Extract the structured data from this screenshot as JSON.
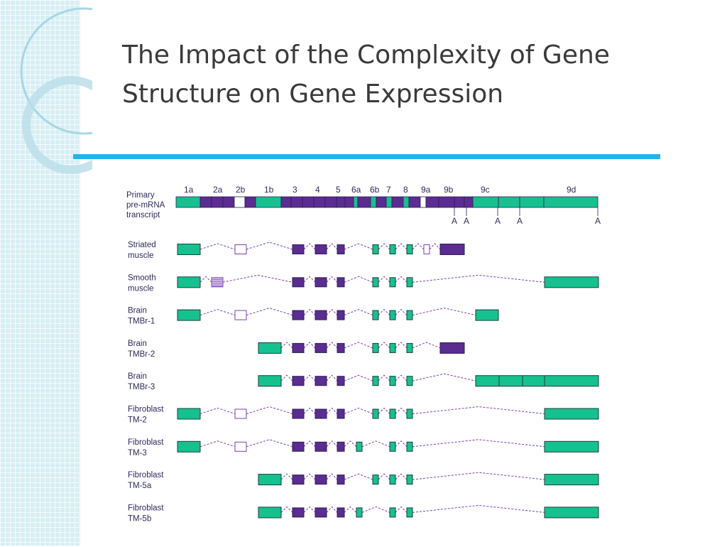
{
  "title": "The Impact of the Complexity of Gene Structure on Gene Expression",
  "colors": {
    "accent_rule": "#1fb5ea",
    "green_exon": "#16c190",
    "purple_exon": "#5b2c91",
    "open_exon": "#ffffff",
    "intron_line": "#7b3fb2"
  },
  "exon_labels": [
    "1a",
    "2a",
    "2b",
    "1b",
    "3",
    "4",
    "5",
    "6a",
    "6b",
    "7",
    "8",
    "9a",
    "9b",
    "9c",
    "9d"
  ],
  "polyA": [
    "A",
    "A",
    "A",
    "A",
    "A"
  ],
  "primary": [
    "Primary",
    "pre-mRNA",
    "transcript"
  ],
  "isoforms": [
    {
      "label": [
        "Striated",
        "muscle"
      ],
      "exons": [
        "1a",
        "2b",
        "3",
        "4",
        "5",
        "6b",
        "7",
        "8",
        "9a",
        "9b"
      ]
    },
    {
      "label": [
        "Smooth",
        "muscle"
      ],
      "exons": [
        "1a",
        "2a",
        "3",
        "4",
        "5",
        "6b",
        "7",
        "8",
        "9d"
      ]
    },
    {
      "label": [
        "Brain",
        "TMBr-1"
      ],
      "exons": [
        "1a",
        "2b",
        "3",
        "4",
        "5",
        "6b",
        "7",
        "8",
        "9c"
      ]
    },
    {
      "label": [
        "Brain",
        "TMBr-2"
      ],
      "exons": [
        "1b",
        "3",
        "4",
        "5",
        "6b",
        "7",
        "8",
        "9b"
      ]
    },
    {
      "label": [
        "Brain",
        "TMBr-3"
      ],
      "exons": [
        "1b",
        "3",
        "4",
        "5",
        "6b",
        "7",
        "8",
        "9c+9d"
      ]
    },
    {
      "label": [
        "Fibroblast",
        "TM-2"
      ],
      "exons": [
        "1a",
        "2b",
        "3",
        "4",
        "5",
        "6b",
        "7",
        "8",
        "9d"
      ]
    },
    {
      "label": [
        "Fibroblast",
        "TM-3"
      ],
      "exons": [
        "1a",
        "2b",
        "3",
        "4",
        "5",
        "6a",
        "7",
        "8",
        "9d"
      ]
    },
    {
      "label": [
        "Fibroblast",
        "TM-5a"
      ],
      "exons": [
        "1b",
        "3",
        "4",
        "5",
        "6b",
        "7",
        "8",
        "9d"
      ]
    },
    {
      "label": [
        "Fibroblast",
        "TM-5b"
      ],
      "exons": [
        "1b",
        "3",
        "4",
        "5",
        "6a",
        "7",
        "8",
        "9d"
      ]
    }
  ]
}
